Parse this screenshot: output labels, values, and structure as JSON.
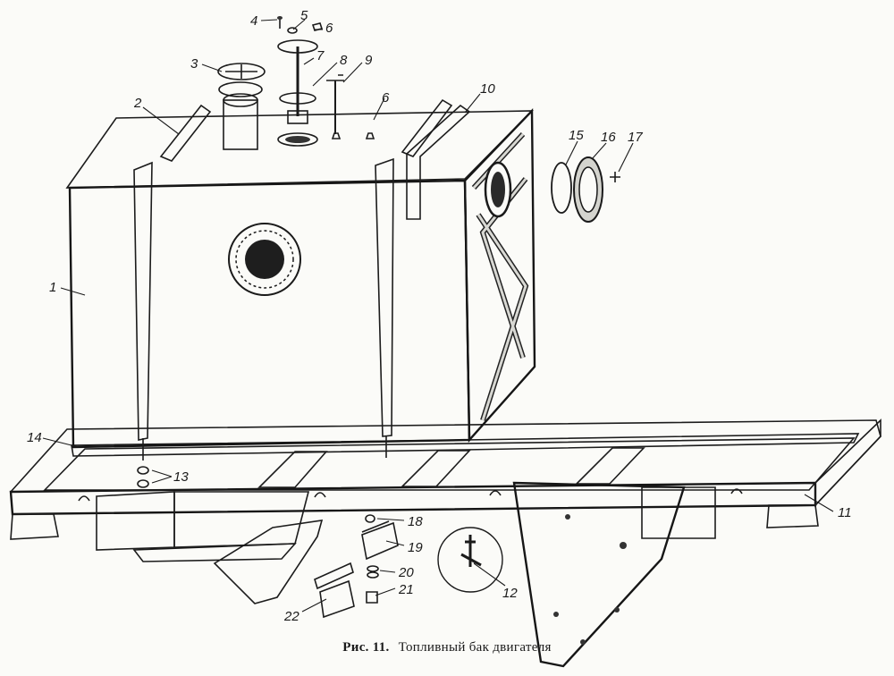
{
  "figure": {
    "caption_prefix": "Рис. 11.",
    "caption_text": "Топливный бак двигателя"
  },
  "labels": {
    "l1": "1",
    "l2": "2",
    "l3": "3",
    "l4": "4",
    "l5": "5",
    "l6a": "6",
    "l6b": "6",
    "l7": "7",
    "l8": "8",
    "l9": "9",
    "l10": "10",
    "l11": "11",
    "l12": "12",
    "l13": "13",
    "l14": "14",
    "l15": "15",
    "l16": "16",
    "l17": "17",
    "l18": "18",
    "l19": "19",
    "l20": "20",
    "l21": "21",
    "l22": "22"
  },
  "colors": {
    "ink": "#1a1a1a",
    "paper": "#fbfbf8",
    "shade": "#8a8a86"
  }
}
